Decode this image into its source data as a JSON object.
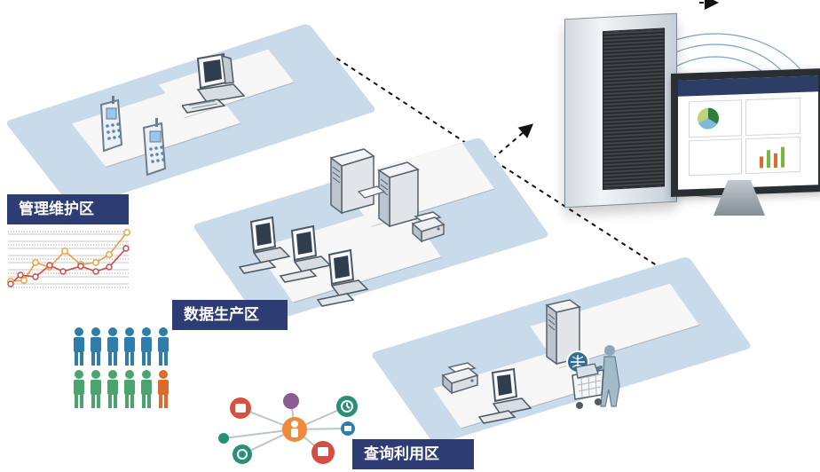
{
  "zones": {
    "maintenance": {
      "label": "管理维护区"
    },
    "production": {
      "label": "数据生产区"
    },
    "query": {
      "label": "查询利用区"
    }
  },
  "colors": {
    "platform": "#c9dbeb",
    "label_bg": "#2d3c73",
    "accent_orange": "#dd6b2d",
    "accent_green": "#4da36e",
    "accent_blue": "#2e7ea7",
    "dashed_line": "#111111"
  },
  "icons": [
    "phone-icon",
    "computer-icon",
    "server-icon",
    "printer-icon",
    "person-icon",
    "network-icon",
    "shopping-cart-icon",
    "dashboard-icon"
  ]
}
